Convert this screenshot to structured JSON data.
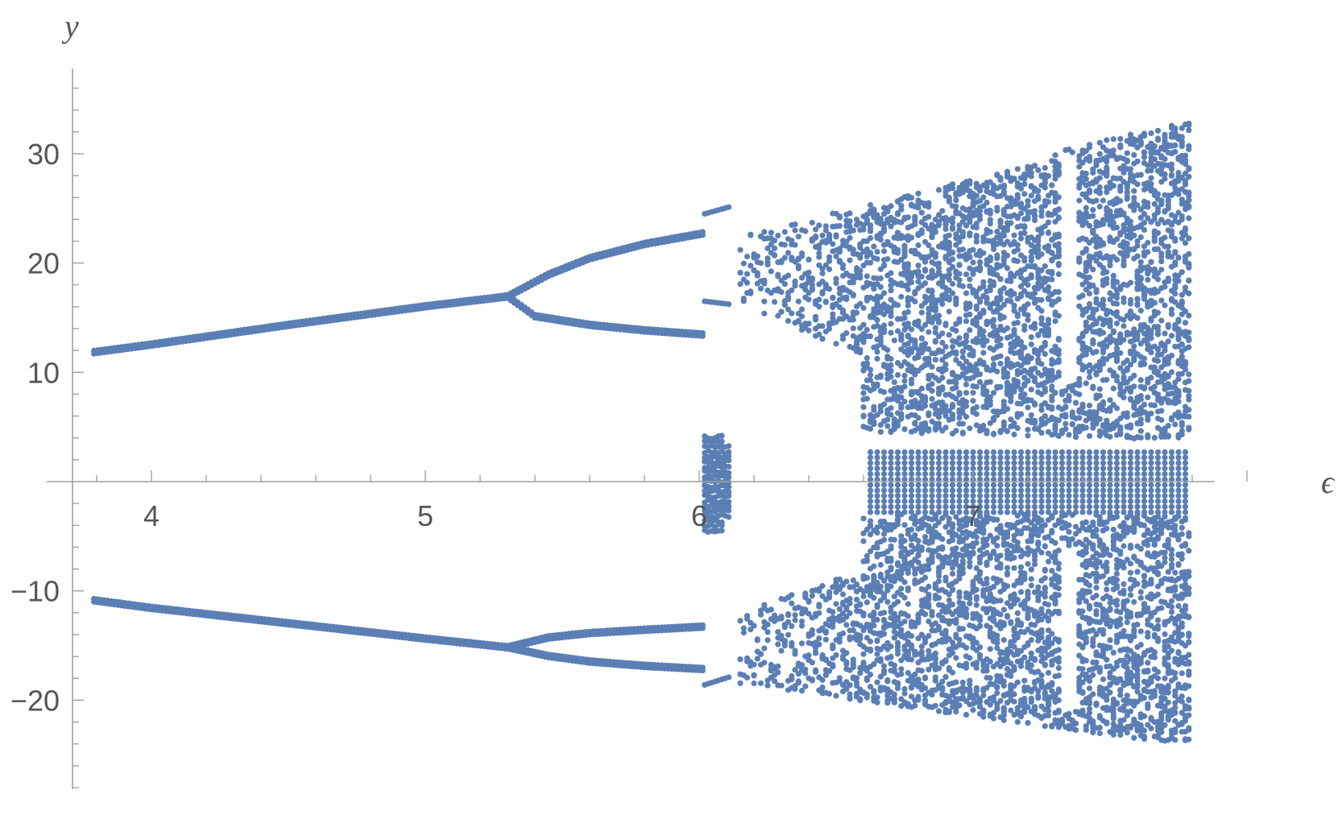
{
  "chart_data": {
    "type": "scatter",
    "title": "",
    "xlabel": "ϵ",
    "ylabel": "y",
    "xlim": [
      3.8,
      8.0
    ],
    "ylim": [
      -28,
      38
    ],
    "x_ticks": [
      {
        "value": 4,
        "label": "4"
      },
      {
        "value": 5,
        "label": "5"
      },
      {
        "value": 6,
        "label": "6"
      },
      {
        "value": 7,
        "label": "7"
      }
    ],
    "y_ticks": [
      {
        "value": 30,
        "label": "30"
      },
      {
        "value": 20,
        "label": "20"
      },
      {
        "value": 10,
        "label": "10"
      },
      {
        "value": -10,
        "label": "−10"
      },
      {
        "value": -20,
        "label": "−20"
      }
    ],
    "grid": false,
    "marker_color": "#5b7fb5",
    "series": [
      {
        "description_free": true,
        "branches": [
          {
            "x": [
              3.79,
              4.0,
              4.5,
              5.0,
              5.3
            ],
            "y": [
              11.7,
              12.4,
              14.2,
              15.9,
              16.8
            ]
          },
          {
            "x": [
              5.3,
              5.45,
              5.6,
              5.8,
              6.02
            ],
            "y": [
              16.8,
              18.8,
              20.3,
              21.6,
              22.6
            ]
          },
          {
            "x": [
              5.3,
              5.4,
              5.6,
              5.8,
              6.02
            ],
            "y": [
              16.8,
              15.0,
              14.2,
              13.7,
              13.3
            ]
          },
          {
            "x": [
              3.79,
              4.0,
              4.5,
              5.0,
              5.3
            ],
            "y": [
              -11.0,
              -11.7,
              -13.1,
              -14.5,
              -15.3
            ]
          },
          {
            "x": [
              5.3,
              5.45,
              5.6,
              5.8,
              6.02
            ],
            "y": [
              -15.3,
              -14.4,
              -14.0,
              -13.7,
              -13.4
            ]
          },
          {
            "x": [
              5.3,
              5.45,
              5.6,
              5.8,
              6.02
            ],
            "y": [
              -15.3,
              -16.1,
              -16.6,
              -17.0,
              -17.3
            ]
          }
        ]
      }
    ]
  }
}
